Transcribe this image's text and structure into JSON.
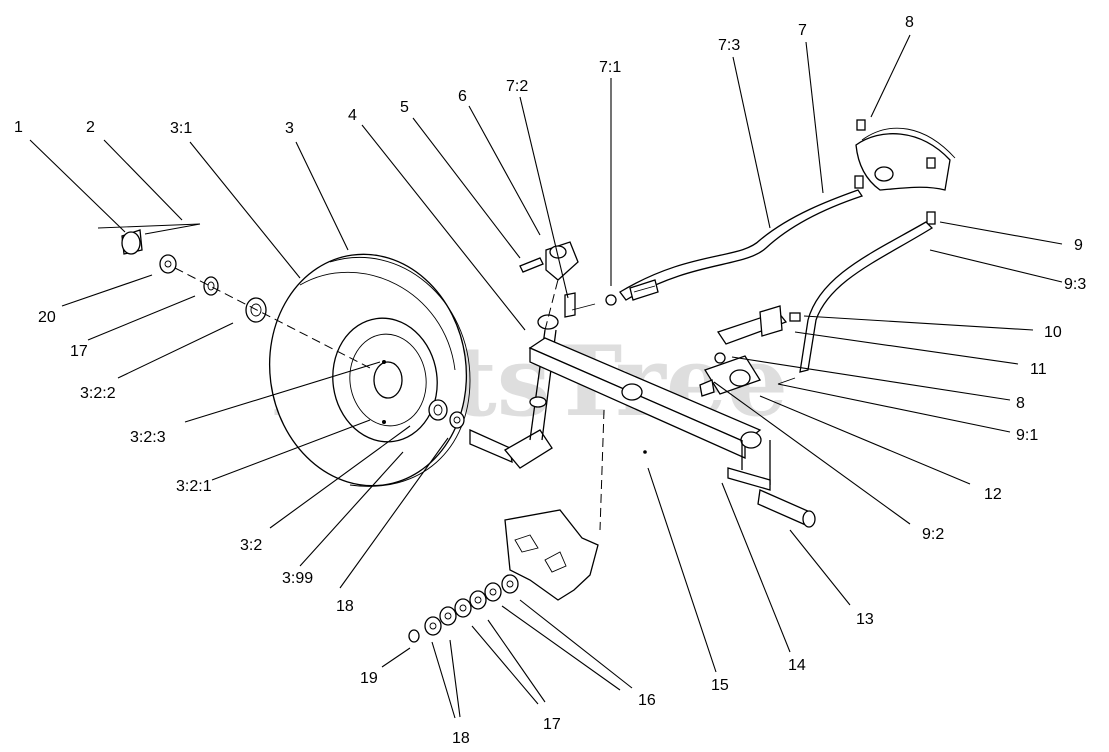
{
  "watermark": "PartsTree",
  "labels": {
    "l1": "1",
    "l2": "2",
    "l3_1": "3:1",
    "l3": "3",
    "l4": "4",
    "l5": "5",
    "l6": "6",
    "l7_2": "7:2",
    "l7_1": "7:1",
    "l7_3": "7:3",
    "l7": "7",
    "l8_top": "8",
    "l9": "9",
    "l9_3": "9:3",
    "l10": "10",
    "l11": "11",
    "l8_mid": "8",
    "l9_1": "9:1",
    "l12": "12",
    "l9_2": "9:2",
    "l13": "13",
    "l14": "14",
    "l15": "15",
    "l16": "16",
    "l17_bot": "17",
    "l18_bot": "18",
    "l19": "19",
    "l18_mid": "18",
    "l3_99": "3:99",
    "l3_2": "3:2",
    "l3_2_1": "3:2:1",
    "l3_2_3": "3:2:3",
    "l3_2_2": "3:2:2",
    "l17_left": "17",
    "l20": "20"
  }
}
